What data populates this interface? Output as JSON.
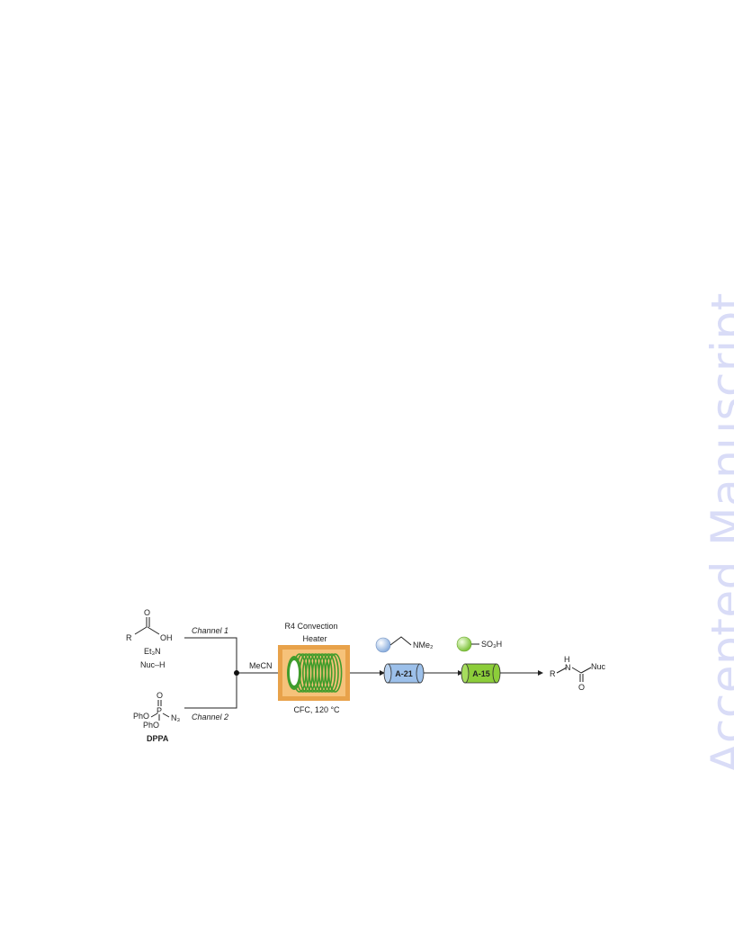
{
  "watermark": "Accepted Manuscript",
  "reagents": {
    "acid": {
      "r": "R",
      "o": "O",
      "oh": "OH"
    },
    "base": "Et₃N",
    "nucleophile": "Nuc–H",
    "dppa": {
      "o": "O",
      "p": "P",
      "pho1": "PhO",
      "pho2": "PhO",
      "n3": "N₃",
      "name": "DPPA"
    }
  },
  "channels": {
    "ch1": "Channel 1",
    "ch2": "Channel 2"
  },
  "solvent": "MeCN",
  "reactor": {
    "title_line1": "R4 Convection",
    "title_line2": "Heater",
    "conditions": "CFC, 120 °C"
  },
  "columns": [
    {
      "label": "A-21",
      "group": "NMe₂",
      "color": "#9cc0ea"
    },
    {
      "label": "A-15",
      "group": "SO₃H",
      "color": "#8ccd3a"
    }
  ],
  "product": {
    "r": "R",
    "h": "H",
    "n": "N",
    "o": "O",
    "nuc": "Nuc"
  },
  "colors": {
    "heater_outer": "#e8a24a",
    "heater_inner": "#f6c27a",
    "coil": "#3f9c2b",
    "line": "#222222"
  }
}
